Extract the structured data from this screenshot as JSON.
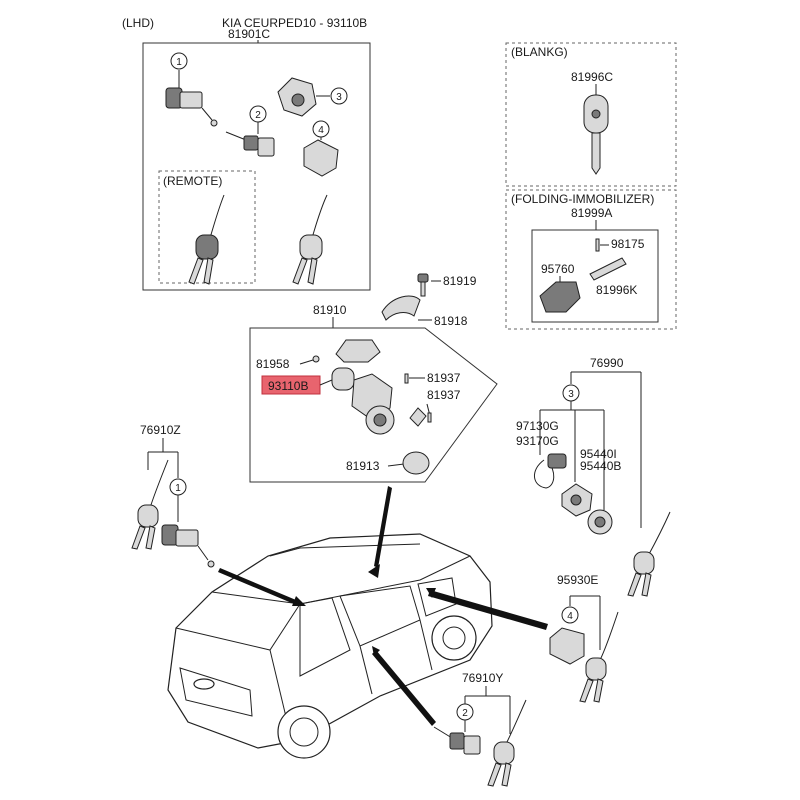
{
  "header": {
    "region": "(LHD)",
    "title": "KIA CEURPED10 - 93110B"
  },
  "assembly": {
    "code": "81901C",
    "remote_label": "(REMOTE)",
    "callouts": [
      "1",
      "2",
      "3",
      "4"
    ]
  },
  "blank_key": {
    "title": "(BLANKG)",
    "code": "81996C"
  },
  "folding_key": {
    "title": "(FOLDING-IMMOBILIZER)",
    "code": "81999A",
    "parts": [
      "98175",
      "95760",
      "81996K"
    ]
  },
  "lock_housing": {
    "code": "81910",
    "parts": [
      "81919",
      "81918",
      "81958",
      "81937",
      "81937",
      "81913"
    ],
    "highlighted": "93110B",
    "highlight_color": "#e8646e"
  },
  "left_door": {
    "code": "76910Z",
    "callout": "1"
  },
  "set_76990": {
    "code": "76990",
    "callout": "3",
    "parts": [
      "97130G",
      "93170G",
      "95440I",
      "95440B"
    ]
  },
  "set_95930": {
    "code": "95930E",
    "callout": "4"
  },
  "right_door": {
    "code": "76910Y",
    "callout": "2"
  }
}
